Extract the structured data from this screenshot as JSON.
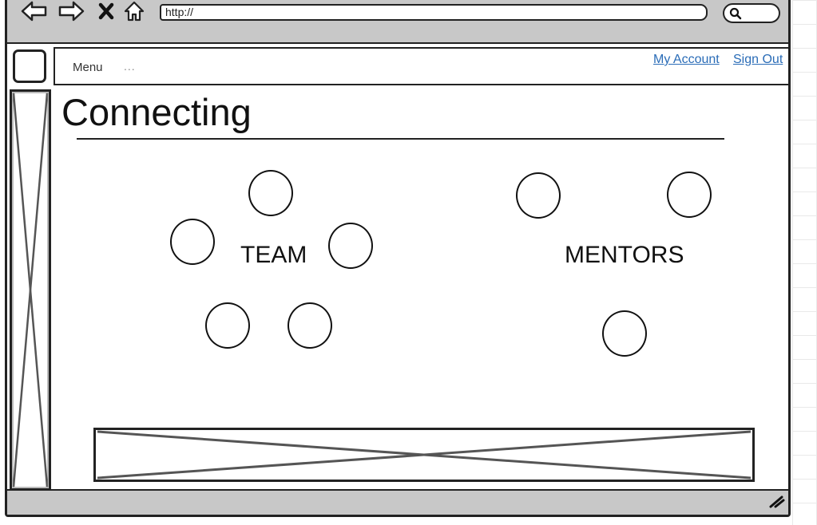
{
  "browser": {
    "url": "http://"
  },
  "menubar": {
    "menu_label": "Menu",
    "ellipsis": "...",
    "my_account": "My Account",
    "sign_out": "Sign Out"
  },
  "page": {
    "title": "Connecting"
  },
  "groups": {
    "team": {
      "label": "TEAM",
      "member_count": 5
    },
    "mentors": {
      "label": "MENTORS",
      "member_count": 3
    }
  },
  "icons": {
    "back": "back-arrow-icon",
    "forward": "forward-arrow-icon",
    "stop": "stop-x-icon",
    "home": "home-icon",
    "search": "search-icon",
    "resize": "resize-grip-icon"
  },
  "colors": {
    "chrome": "#c8c8c8",
    "link": "#2a6cb7",
    "stroke": "#222222"
  }
}
